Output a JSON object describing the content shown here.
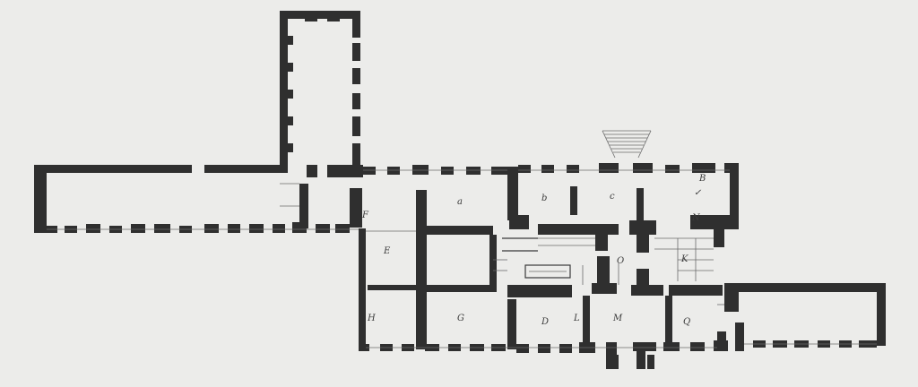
{
  "plan": {
    "ink_color": "#2f2f2f",
    "paper_color": "#ececea",
    "room_labels": [
      {
        "id": "a",
        "text": "a"
      },
      {
        "id": "b",
        "text": "b"
      },
      {
        "id": "c",
        "text": "c"
      },
      {
        "id": "B",
        "text": "B"
      },
      {
        "id": "check",
        "text": "✓"
      },
      {
        "id": "F",
        "text": "F"
      },
      {
        "id": "E",
        "text": "E"
      },
      {
        "id": "H",
        "text": "H"
      },
      {
        "id": "G",
        "text": "G"
      },
      {
        "id": "D",
        "text": "D"
      },
      {
        "id": "M",
        "text": "M"
      },
      {
        "id": "Q",
        "text": "Q"
      },
      {
        "id": "O",
        "text": "O"
      },
      {
        "id": "K",
        "text": "K"
      },
      {
        "id": "L",
        "text": "L"
      },
      {
        "id": "N",
        "text": "N"
      }
    ]
  }
}
